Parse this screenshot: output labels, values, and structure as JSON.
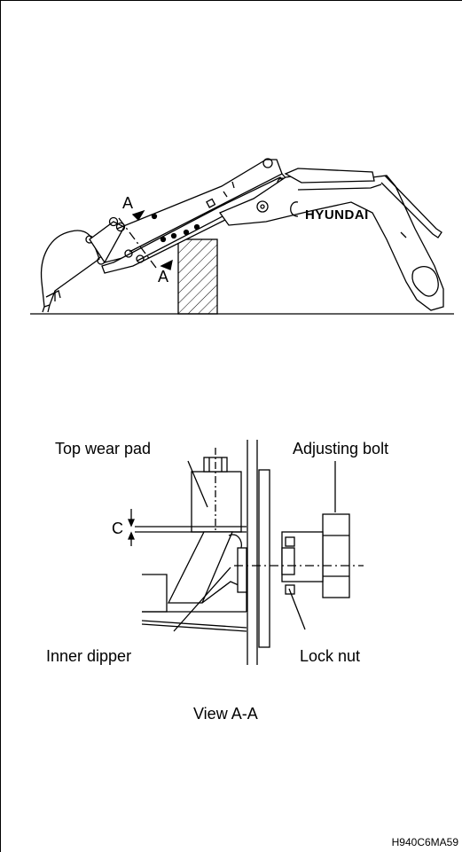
{
  "top_view": {
    "section_mark_upper": "A",
    "section_mark_lower": "A",
    "brand_text": "HYUNDAI"
  },
  "detail_view": {
    "labels": {
      "top_wear_pad": "Top wear pad",
      "adjusting_bolt": "Adjusting bolt",
      "clearance": "C",
      "inner_dipper": "Inner dipper",
      "lock_nut": "Lock nut"
    },
    "caption": "View A-A"
  },
  "figure_code": "H940C6MA59"
}
